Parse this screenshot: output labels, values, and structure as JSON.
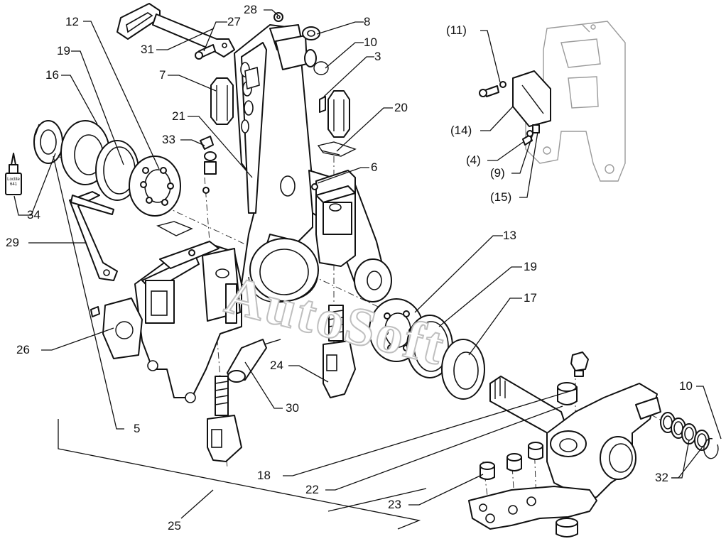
{
  "diagram": {
    "watermark": "AutoSoft",
    "callouts": [
      {
        "id": "c12",
        "label": "12"
      },
      {
        "id": "c28",
        "label": "28"
      },
      {
        "id": "c27",
        "label": "27"
      },
      {
        "id": "c8",
        "label": "8"
      },
      {
        "id": "c11p",
        "label": "(11)"
      },
      {
        "id": "c19a",
        "label": "19"
      },
      {
        "id": "c10a",
        "label": "10"
      },
      {
        "id": "c31",
        "label": "31"
      },
      {
        "id": "c3",
        "label": "3"
      },
      {
        "id": "c16",
        "label": "16"
      },
      {
        "id": "c7",
        "label": "7"
      },
      {
        "id": "c20",
        "label": "20"
      },
      {
        "id": "c21",
        "label": "21"
      },
      {
        "id": "c14p",
        "label": "(14)"
      },
      {
        "id": "c33",
        "label": "33"
      },
      {
        "id": "c4p",
        "label": "(4)"
      },
      {
        "id": "c6",
        "label": "6"
      },
      {
        "id": "c9p",
        "label": "(9)"
      },
      {
        "id": "c15p",
        "label": "(15)"
      },
      {
        "id": "c34",
        "label": "34"
      },
      {
        "id": "c29",
        "label": "29"
      },
      {
        "id": "c13",
        "label": "13"
      },
      {
        "id": "c19b",
        "label": "19"
      },
      {
        "id": "c17",
        "label": "17"
      },
      {
        "id": "c26",
        "label": "26"
      },
      {
        "id": "c24",
        "label": "24"
      },
      {
        "id": "c10b",
        "label": "10"
      },
      {
        "id": "c30",
        "label": "30"
      },
      {
        "id": "c5",
        "label": "5"
      },
      {
        "id": "c18",
        "label": "18"
      },
      {
        "id": "c32",
        "label": "32"
      },
      {
        "id": "c22",
        "label": "22"
      },
      {
        "id": "c23",
        "label": "23"
      },
      {
        "id": "c25",
        "label": "25"
      }
    ],
    "bottle_label": "Loctite 641"
  }
}
